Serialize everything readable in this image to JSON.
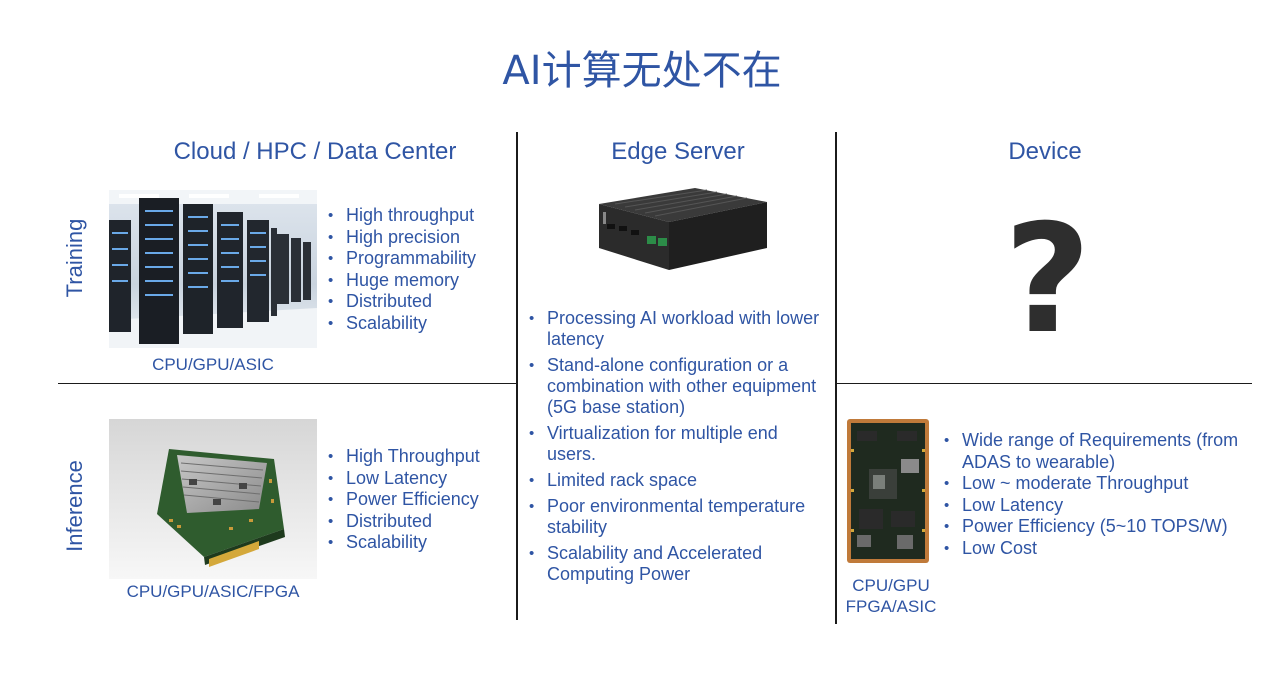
{
  "title": "AI计算无处不在",
  "columns": {
    "cloud": "Cloud / HPC / Data Center",
    "edge": "Edge Server",
    "device": "Device"
  },
  "rows": {
    "training": "Training",
    "inference": "Inference"
  },
  "training_bullets": [
    "High throughput",
    "High precision",
    "Programmability",
    "Huge memory",
    "Distributed",
    "Scalability"
  ],
  "training_caption": "CPU/GPU/ASIC",
  "inference_bullets": [
    "High Throughput",
    "Low Latency",
    "Power Efficiency",
    "Distributed",
    "Scalability"
  ],
  "inference_caption": "CPU/GPU/ASIC/FPGA",
  "edge_bullets": [
    "Processing AI workload with lower latency",
    "Stand-alone configuration or  a combination with other equipment (5G base station)",
    "Virtualization for multiple end users.",
    "Limited rack space",
    "Poor environmental temperature stability",
    "Scalability and Accelerated Computing Power"
  ],
  "device_question": "?",
  "device_bullets": [
    "Wide range of  Requirements (from ADAS to wearable)",
    "Low ~ moderate Throughput",
    "Low Latency",
    "Power Efficiency (5~10 TOPS/W)",
    "Low Cost"
  ],
  "device_caption_line1": "CPU/GPU",
  "device_caption_line2": "FPGA/ASIC",
  "icons": {
    "server_rack": "server-rack-image",
    "accelerator_card": "accelerator-card-image",
    "edge_box": "edge-server-box-image",
    "module_board": "device-module-board-image"
  }
}
